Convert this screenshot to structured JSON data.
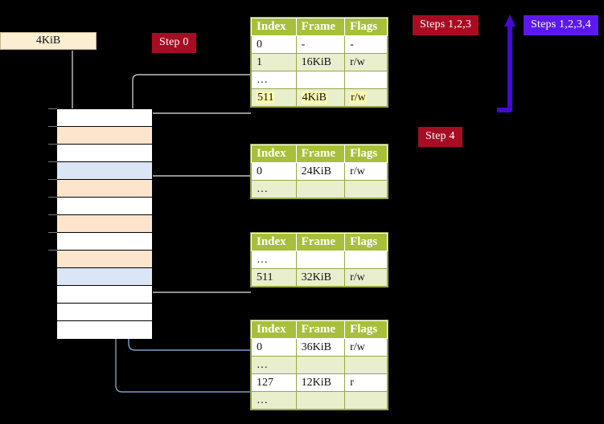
{
  "badges": {
    "step0": "Step 0",
    "step4": "Step 4",
    "steps123": "Steps 1,2,3",
    "steps1234": "Steps 1,2,3,4"
  },
  "memory_block": {
    "label": "4KiB"
  },
  "tables": [
    {
      "id": "page-table-level-1",
      "headers": [
        "Index",
        "Frame",
        "Flags"
      ],
      "rows": [
        {
          "style": "plain",
          "cells": [
            "0",
            "-",
            "-"
          ],
          "highlight": false
        },
        {
          "style": "alt",
          "cells": [
            "1",
            "16KiB",
            "r/w"
          ],
          "highlight": false
        },
        {
          "style": "plain",
          "cells": [
            "…",
            "",
            ""
          ],
          "highlight": false
        },
        {
          "style": "alt",
          "cells": [
            "511",
            "4KiB",
            "r/w"
          ],
          "highlight": true
        }
      ]
    },
    {
      "id": "page-table-level-2",
      "headers": [
        "Index",
        "Frame",
        "Flags"
      ],
      "rows": [
        {
          "style": "plain",
          "cells": [
            "0",
            "24KiB",
            "r/w"
          ],
          "highlight": false
        },
        {
          "style": "alt",
          "cells": [
            "…",
            "",
            ""
          ],
          "highlight": false
        }
      ]
    },
    {
      "id": "page-table-level-3",
      "headers": [
        "Index",
        "Frame",
        "Flags"
      ],
      "rows": [
        {
          "style": "plain",
          "cells": [
            "…",
            "",
            ""
          ],
          "highlight": false
        },
        {
          "style": "alt",
          "cells": [
            "511",
            "32KiB",
            "r/w"
          ],
          "highlight": false
        }
      ]
    },
    {
      "id": "page-table-level-4",
      "headers": [
        "Index",
        "Frame",
        "Flags"
      ],
      "rows": [
        {
          "style": "plain",
          "cells": [
            "0",
            "36KiB",
            "r/w"
          ],
          "highlight": false
        },
        {
          "style": "alt",
          "cells": [
            "…",
            "",
            ""
          ],
          "highlight": false
        },
        {
          "style": "plain",
          "cells": [
            "127",
            "12KiB",
            "r"
          ],
          "highlight": false
        },
        {
          "style": "alt",
          "cells": [
            "…",
            "",
            ""
          ],
          "highlight": false
        }
      ]
    }
  ],
  "memory_rows": [
    {
      "fill": "none"
    },
    {
      "fill": "orange"
    },
    {
      "fill": "none"
    },
    {
      "fill": "blue"
    },
    {
      "fill": "orange"
    },
    {
      "fill": "none"
    },
    {
      "fill": "orange"
    },
    {
      "fill": "none"
    },
    {
      "fill": "orange"
    },
    {
      "fill": "blue"
    },
    {
      "fill": "none"
    },
    {
      "fill": "none"
    },
    {
      "fill": "none"
    }
  ],
  "colors": {
    "badge_red": "#a80c23",
    "badge_blue": "#5b19ef",
    "table_header": "#a8bf3b",
    "table_alt_row": "#e9eecd",
    "highlight": "#fcfbad",
    "frame_orange": "#fde4cd",
    "frame_blue": "#dae6f5",
    "connector_gray": "#c9c9c9",
    "connector_blue": "#7b9ec9",
    "memory_box": "#fbeed2"
  }
}
